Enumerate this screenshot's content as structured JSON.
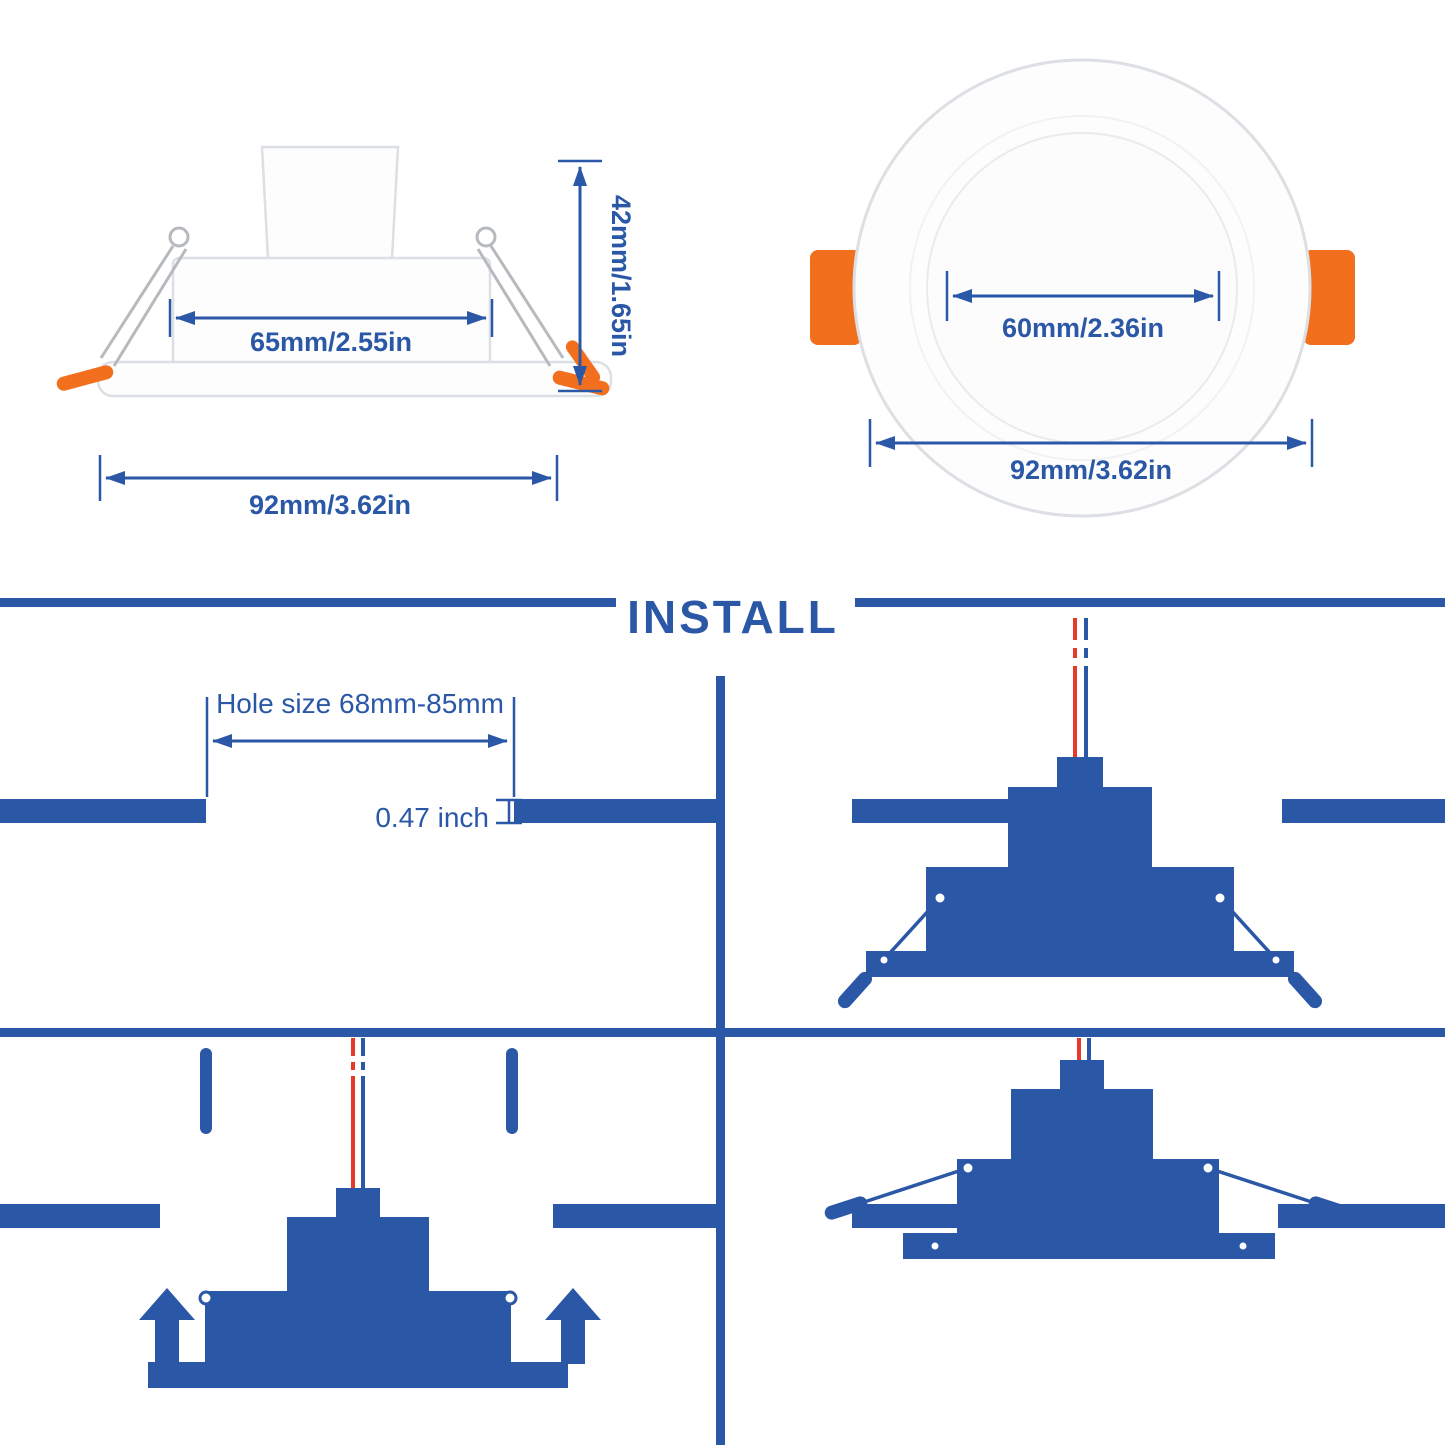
{
  "colors": {
    "blue": "#2a57a6",
    "orange": "#f2701d",
    "wire_red": "#e8382a",
    "product_outline": "#dcdfe3",
    "background": "#ffffff"
  },
  "side_view": {
    "inner_width": "65mm/2.55in",
    "height": "42mm/1.65in",
    "outer_width": "92mm/3.62in"
  },
  "front_view": {
    "inner_diameter": "60mm/2.36in",
    "outer_diameter": "92mm/3.62in"
  },
  "install": {
    "title": "INSTALL",
    "hole_size": "Hole size 68mm-85mm",
    "ceiling_thickness": "0.47 inch"
  }
}
